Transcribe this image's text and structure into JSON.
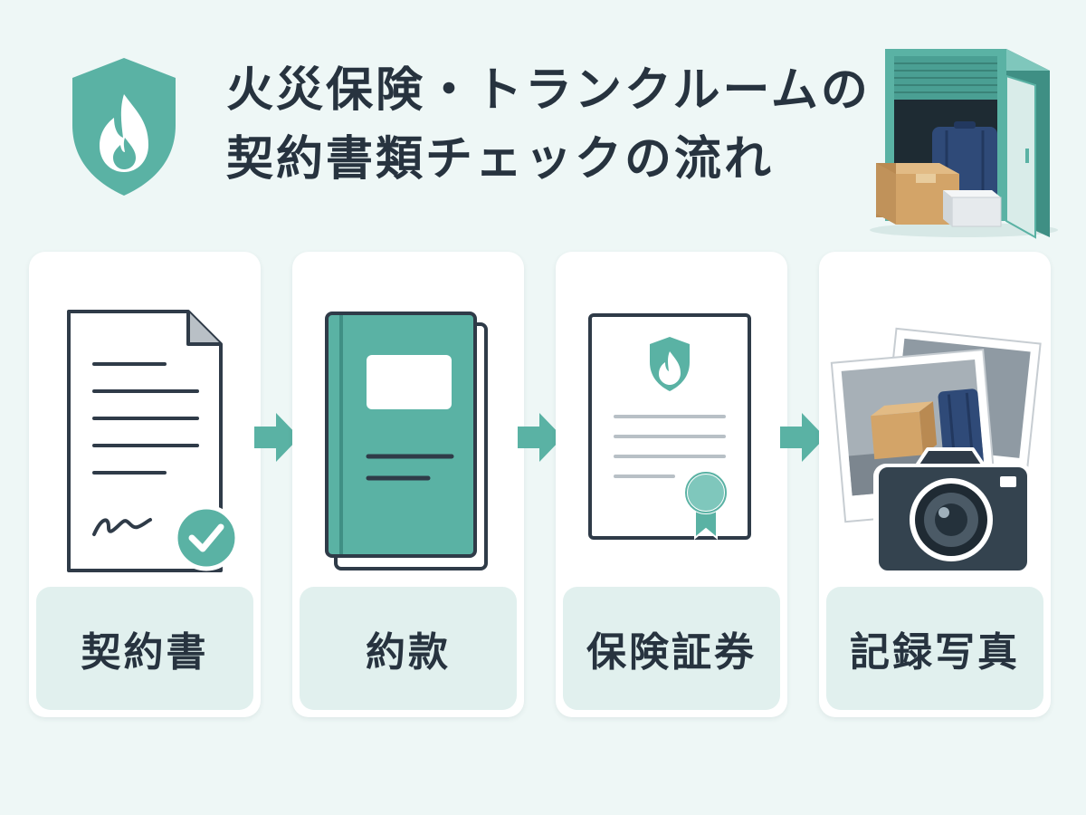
{
  "header": {
    "title_line1": "火災保険・トランクルームの",
    "title_line2": "契約書類チェックの流れ"
  },
  "steps": [
    {
      "label": "契約書"
    },
    {
      "label": "約款"
    },
    {
      "label": "保険証券"
    },
    {
      "label": "記録写真"
    }
  ],
  "colors": {
    "accent": "#5ab2a4",
    "dark": "#27333f",
    "background": "#eef7f6",
    "label_bg": "#e1f0ee"
  }
}
